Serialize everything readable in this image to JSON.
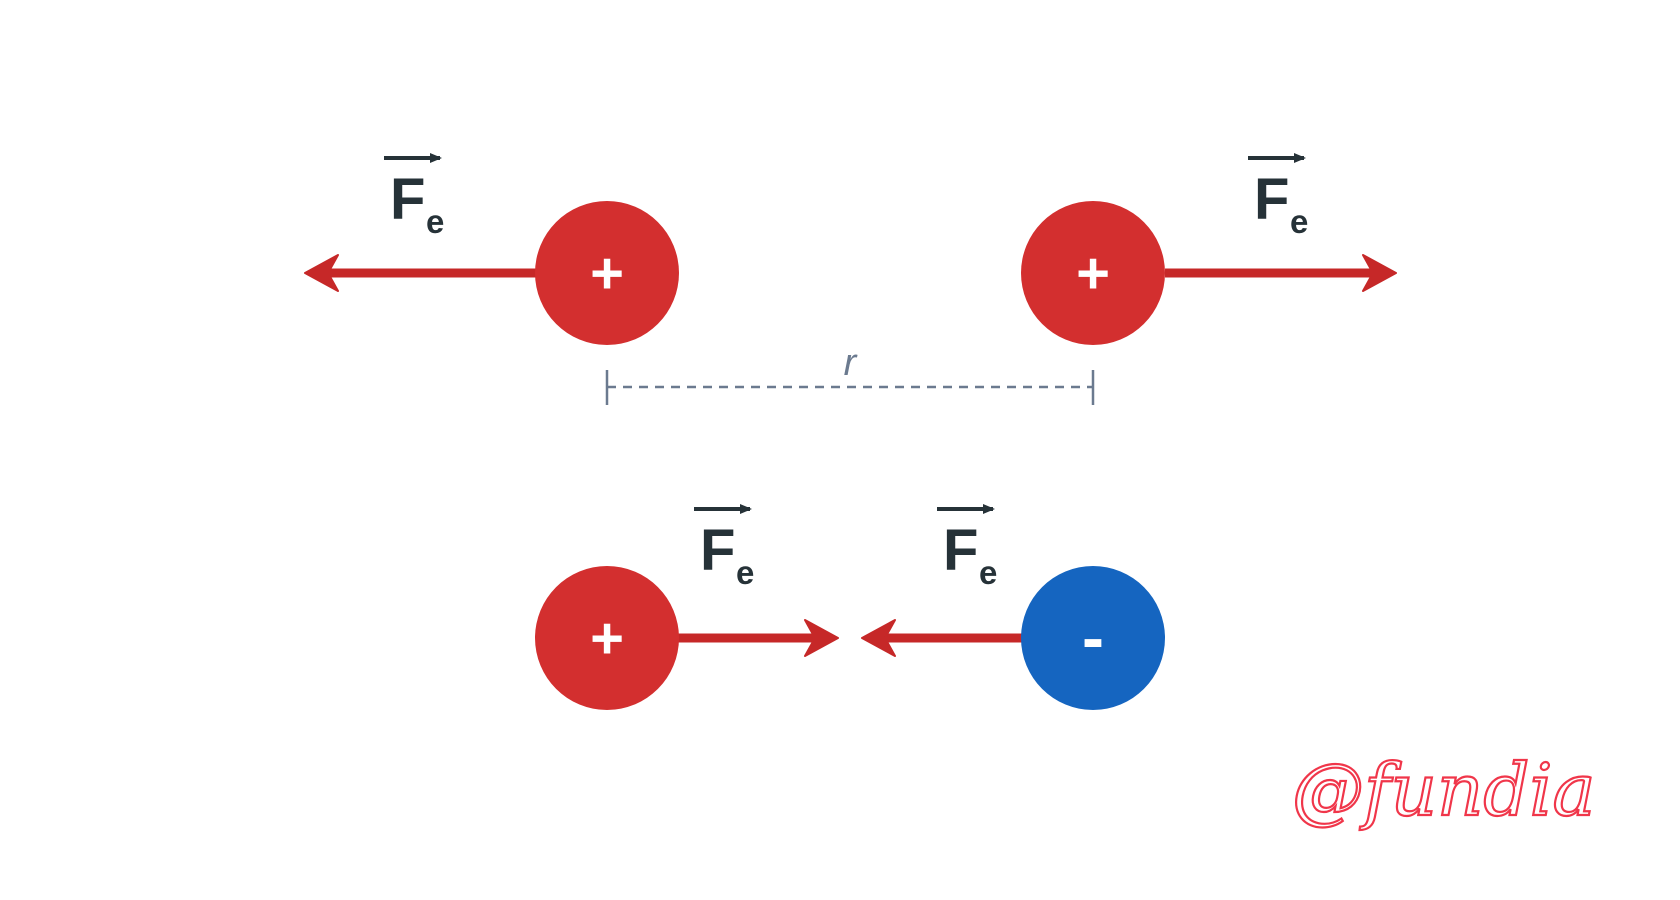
{
  "force": {
    "symbol": "F",
    "subscript": "e"
  },
  "charges": {
    "top_left": "+",
    "top_right": "+",
    "bottom_left": "+",
    "bottom_right": "-"
  },
  "distance_label": "r",
  "watermark": "@fundia",
  "colors": {
    "positive_charge": "#d32f2f",
    "negative_charge": "#1565c0",
    "force_arrow": "#c62828",
    "vector_label": "#263238",
    "distance_line": "#6b7a8f",
    "watermark": "#f0364a"
  }
}
